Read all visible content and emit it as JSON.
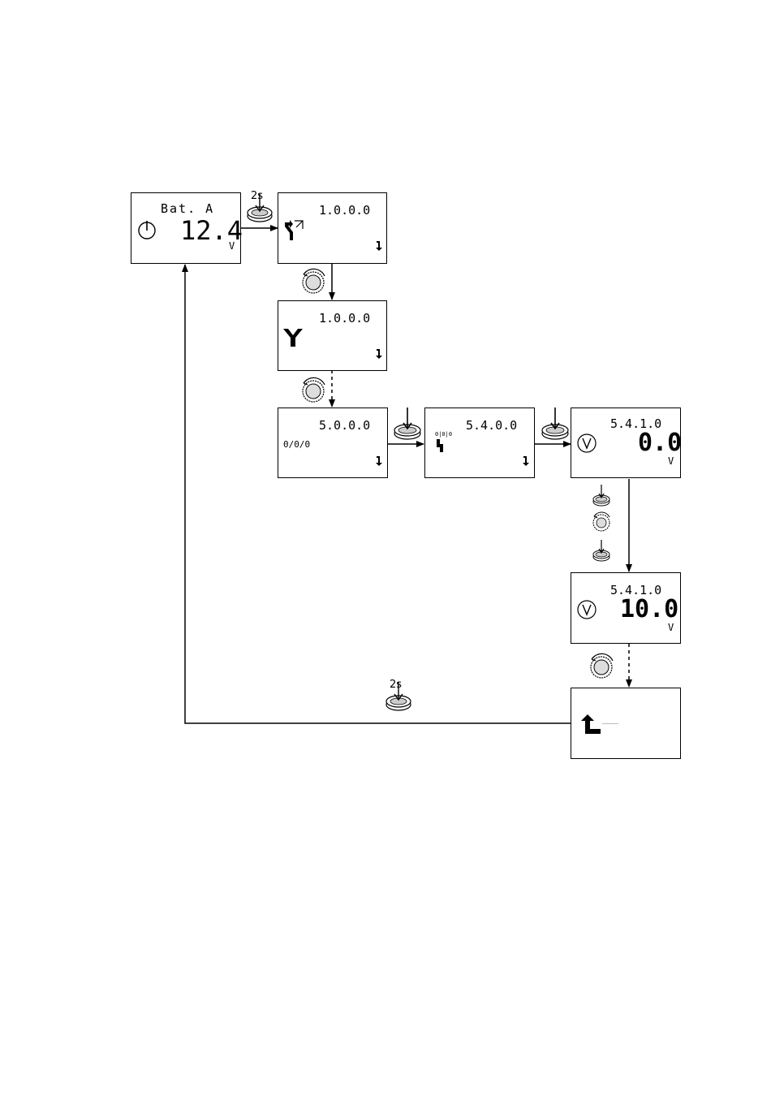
{
  "screens": {
    "home": {
      "label": "Bat. A",
      "value": "12.4",
      "unit": "V"
    },
    "menu1": {
      "code": "1.0.0.0"
    },
    "menu1b": {
      "code": "1.0.0.0"
    },
    "menu5": {
      "code": "5.0.0.0",
      "sub": "0/0/0"
    },
    "menu54": {
      "code": "5.4.0.0",
      "sub": "0|0|0"
    },
    "menu541": {
      "code": "5.4.1.0",
      "value": "0.0",
      "unit": "V"
    },
    "menu541b": {
      "code": "5.4.1.0",
      "value": "10.0",
      "unit": "V"
    },
    "back": {}
  },
  "annotations": {
    "hold_time_top": "2s",
    "hold_time_bottom": "2s"
  }
}
